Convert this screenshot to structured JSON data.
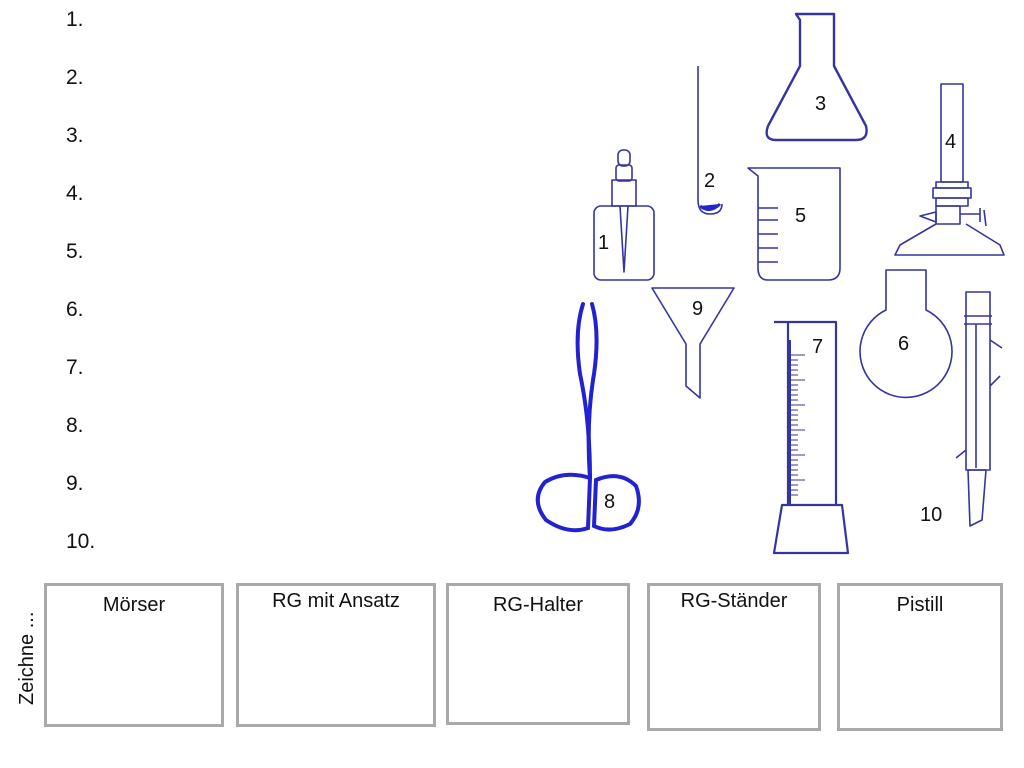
{
  "list_numbers": [
    "1.",
    "2.",
    "3.",
    "4.",
    "5.",
    "6.",
    "7.",
    "8.",
    "9.",
    "10."
  ],
  "equipment_labels": [
    "1",
    "2",
    "3",
    "4",
    "5",
    "6",
    "7",
    "8",
    "9",
    "10"
  ],
  "draw_prompt": "Zeichne ...",
  "boxes": [
    "Mörser",
    "RG mit Ansatz",
    "RG-Halter",
    "RG-Ständer",
    "Pistill"
  ],
  "colors": {
    "line": "#3535a0",
    "accent": "#2222d0",
    "box_border": "#a9a9a9"
  }
}
